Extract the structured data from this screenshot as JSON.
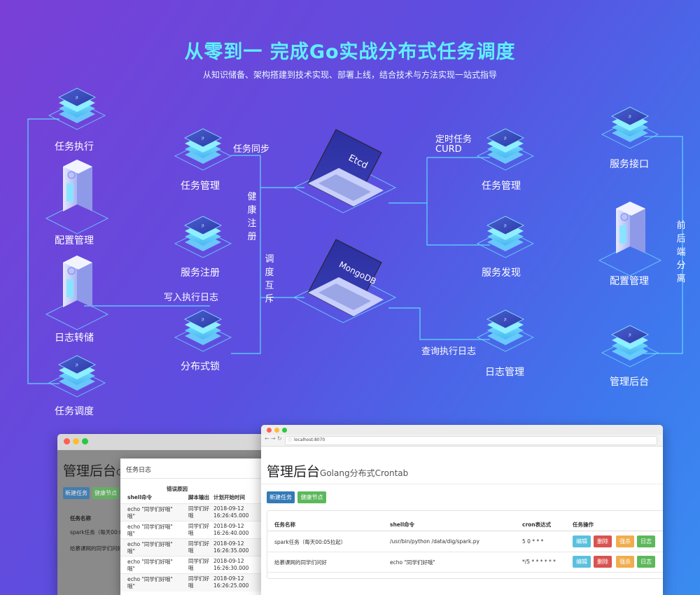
{
  "header": {
    "title": "从零到一 完成Go实战分布式任务调度",
    "subtitle": "从知识储备、架构搭建到技术实现、部署上线，结合技术与方法实现一站式指导"
  },
  "diagram": {
    "left": {
      "task_exec": "任务执行",
      "config_mgmt": "配置管理",
      "log_dump": "日志转储",
      "task_schedule": "任务调度"
    },
    "middle": {
      "task_mgmt": "任务管理",
      "service_reg": "服务注册",
      "dist_lock": "分布式锁"
    },
    "edges": {
      "task_sync": "任务同步",
      "health_reg": "健康注册",
      "sched_mutex": "调度互斥",
      "write_log": "写入执行日志",
      "cron_curd_1": "定时任务",
      "cron_curd_2": "CURD",
      "query_log": "查询执行日志",
      "fe_be_sep": "前后端分离"
    },
    "laptops": {
      "etcd": "Etcd",
      "mongodb": "MongoDB"
    },
    "right": {
      "task_mgmt": "任务管理",
      "service_disc": "服务发现",
      "log_mgmt": "日志管理"
    },
    "far_right": {
      "service_api": "服务接口",
      "config_mgmt": "配置管理",
      "admin": "管理后台"
    }
  },
  "back_window": {
    "title": "管理后台",
    "title_suffix": "Go",
    "btn_new": "新建任务",
    "btn_health": "健康节点",
    "col_name": "任务名称",
    "row1": "spark任务（每天00:05拉",
    "row2": "给慕课网的同学们问好"
  },
  "log_window": {
    "title": "任务日志",
    "columns": [
      "shell命令",
      "错误原因",
      "脚本输出",
      "计划开始时间"
    ],
    "rows": [
      {
        "cmd": "echo \"同学们好哦\"",
        "err": "",
        "out": "同学们好哦",
        "time": "2018-09-12 16:26:45.000"
      },
      {
        "cmd": "echo \"同学们好哦\"",
        "err": "",
        "out": "同学们好哦",
        "time": "2018-09-12 16:26:40.000"
      },
      {
        "cmd": "echo \"同学们好哦\"",
        "err": "",
        "out": "同学们好哦",
        "time": "2018-09-12 16:26:35.000"
      },
      {
        "cmd": "echo \"同学们好哦\"",
        "err": "",
        "out": "同学们好哦",
        "time": "2018-09-12 16:26:30.000"
      },
      {
        "cmd": "echo \"同学们好哦\"",
        "err": "",
        "out": "同学们好哦",
        "time": "2018-09-12 16:26:25.000"
      }
    ]
  },
  "front_window": {
    "url": "localhost:8070",
    "title": "管理后台",
    "title_sub": "Golang分布式Crontab",
    "btn_new": "新建任务",
    "btn_health": "健康节点",
    "columns": [
      "任务名称",
      "shell命令",
      "cron表达式",
      "任务操作"
    ],
    "rows": [
      {
        "name": "spark任务（每天00:05拉起）",
        "cmd": "/usr/bin/python /data/dig/spark.py",
        "cron": "5 0 * * *"
      },
      {
        "name": "给慕课网的同学们问好",
        "cmd": "echo \"同学们好哦\"",
        "cron": "*/5 * * * * * *"
      }
    ],
    "actions": {
      "edit": "编辑",
      "delete": "删除",
      "kill": "强杀",
      "log": "日志"
    }
  },
  "colors": {
    "title": "#5ff0ff",
    "line": "#5fd8ff",
    "btn_primary": "#337ab7",
    "btn_success": "#5cb85c",
    "btn_info": "#5bc0de",
    "btn_danger": "#d9534f",
    "btn_warning": "#f0ad4e"
  }
}
